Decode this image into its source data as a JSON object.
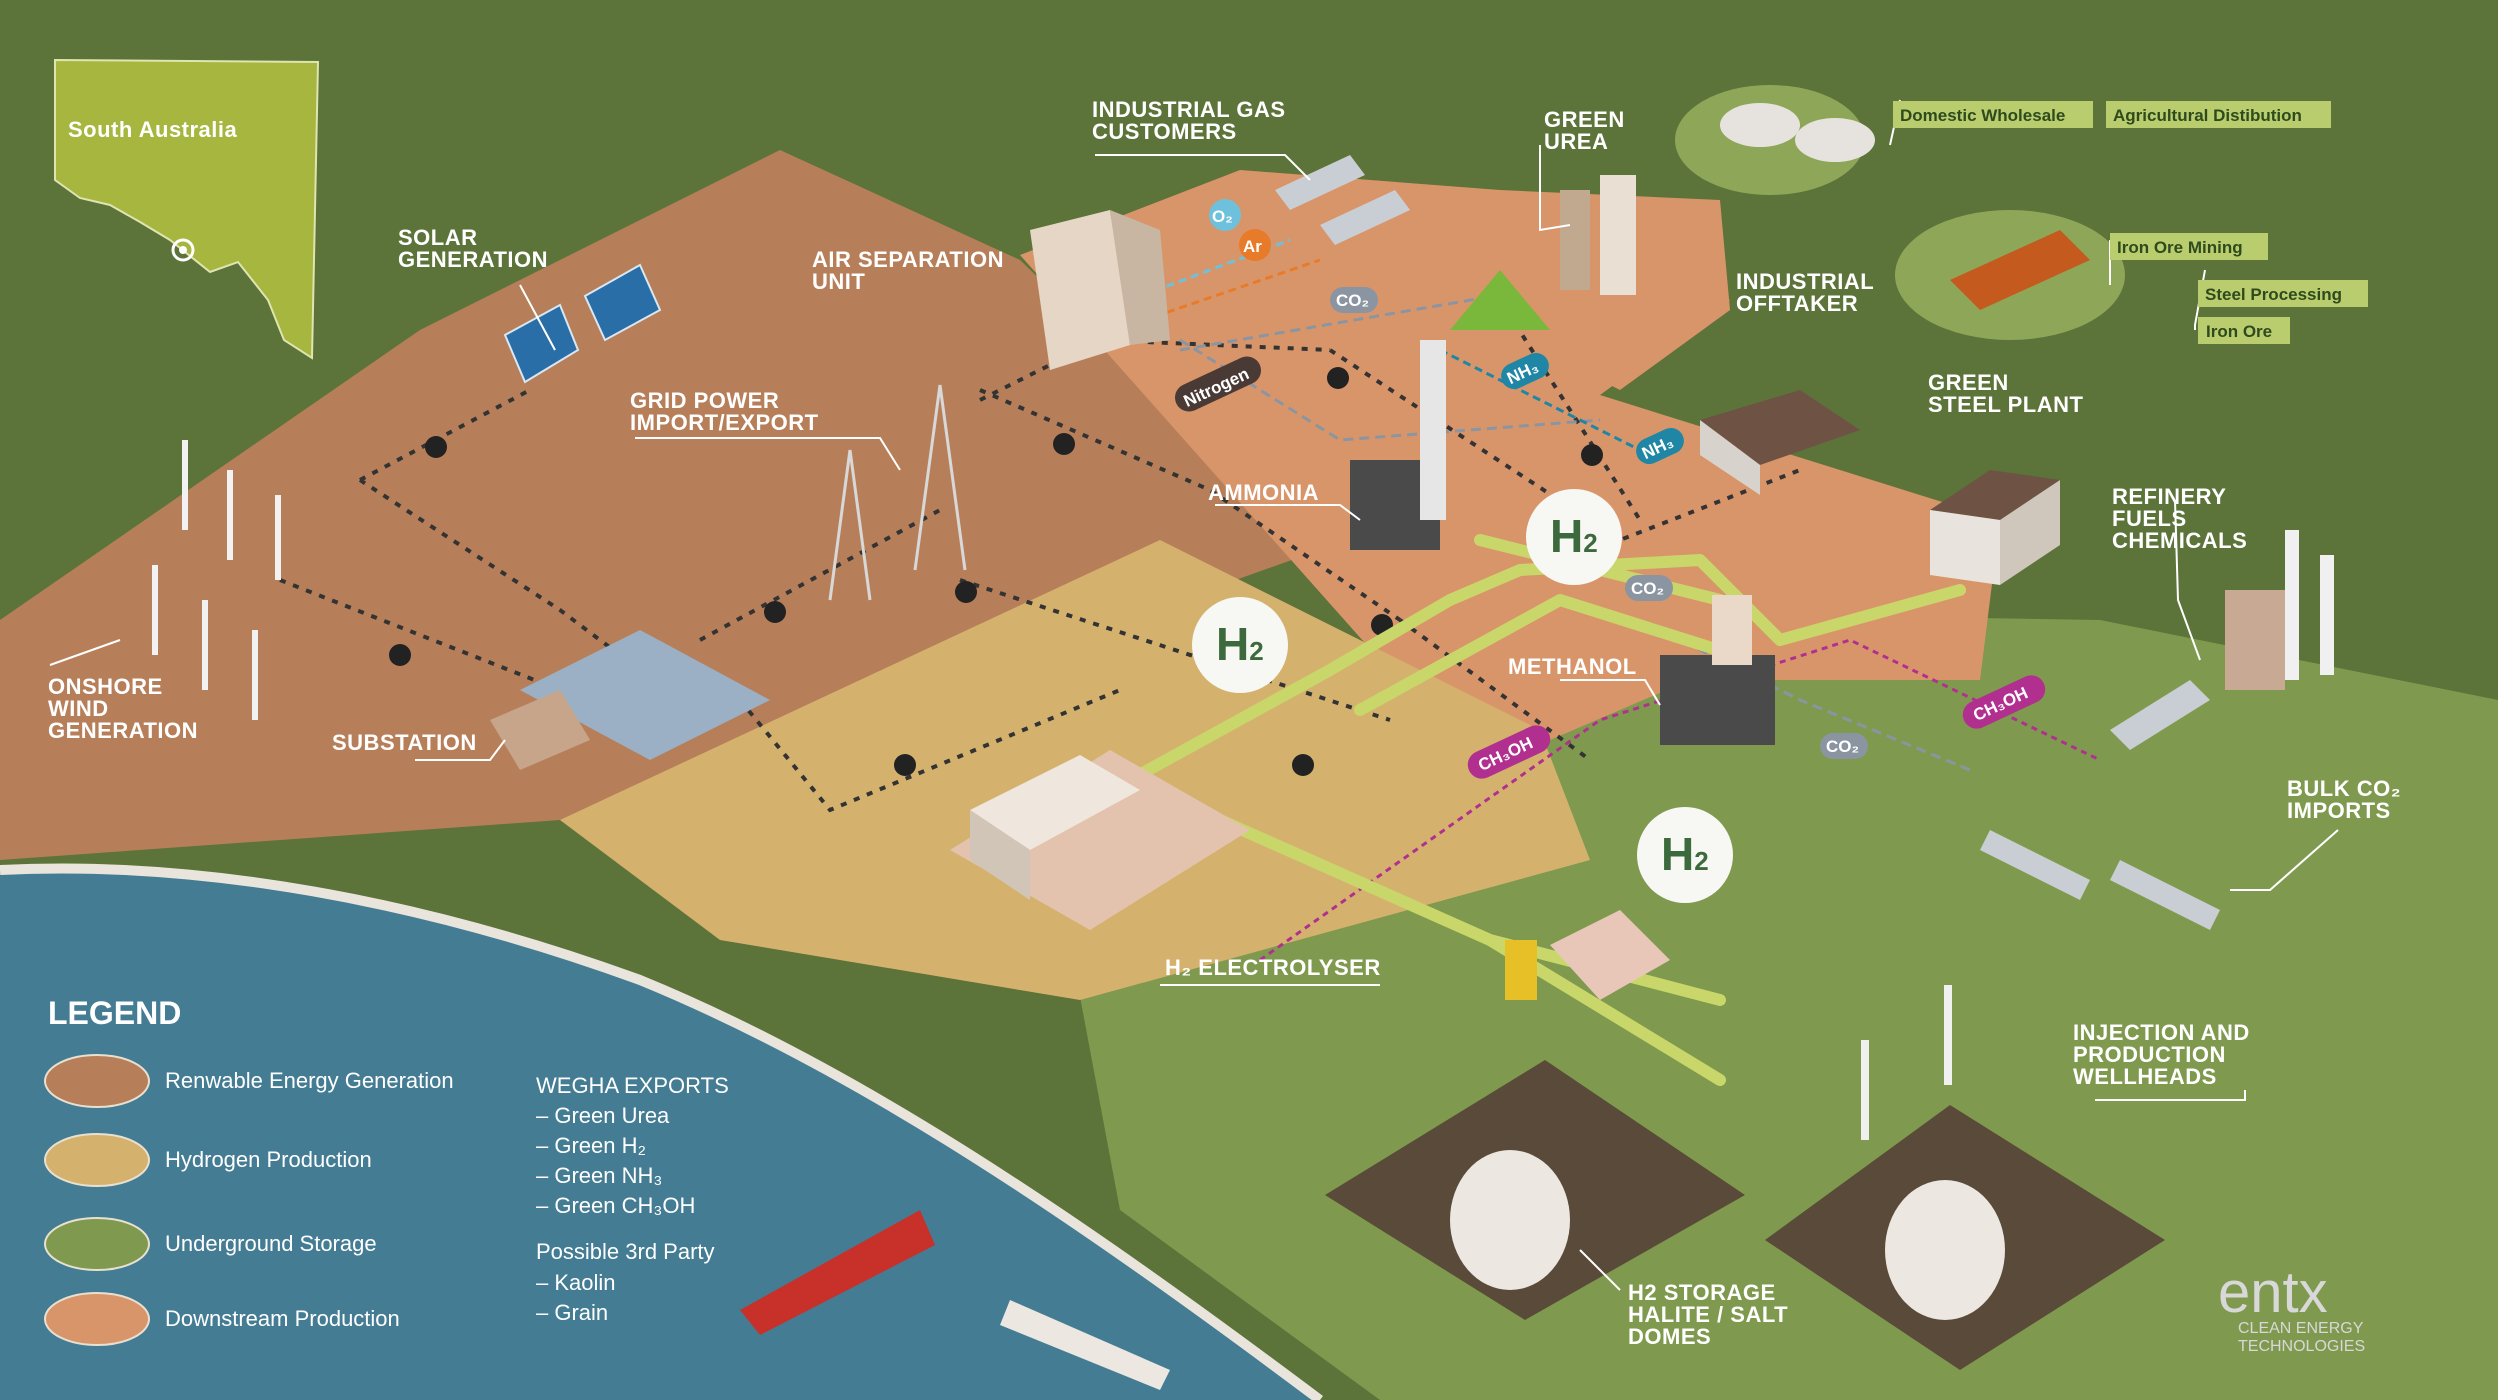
{
  "region": {
    "name": "South Australia"
  },
  "labels": {
    "solar_1": "SOLAR",
    "solar_2": "GENERATION",
    "wind_1": "ONSHORE",
    "wind_2": "WIND",
    "wind_3": "GENERATION",
    "substation": "SUBSTATION",
    "grid_1": "GRID POWER",
    "grid_2": "IMPORT/EXPORT",
    "asu_1": "AIR SEPARATION",
    "asu_2": "UNIT",
    "igc_1": "INDUSTRIAL GAS",
    "igc_2": "CUSTOMERS",
    "urea_1": "GREEN",
    "urea_2": "UREA",
    "offtaker_1": "INDUSTRIAL",
    "offtaker_2": "OFFTAKER",
    "steel_1": "GREEN",
    "steel_2": "STEEL PLANT",
    "ammonia": "AMMONIA",
    "methanol": "METHANOL",
    "refinery_1": "REFINERY",
    "refinery_2": "FUELS",
    "refinery_3": "CHEMICALS",
    "bulk_1": "BULK CO₂",
    "bulk_2": "IMPORTS",
    "electrolyser": "H₂ ELECTROLYSER",
    "wells_1": "INJECTION AND",
    "wells_2": "PRODUCTION",
    "wells_3": "WELLHEADS",
    "storage_1": "H2 STORAGE",
    "storage_2": "HALITE / SALT",
    "storage_3": "DOMES"
  },
  "tags": {
    "domestic": "Domestic Wholesale",
    "agri": "Agricultural Distibution",
    "iron_mining": "Iron Ore Mining",
    "steel_processing": "Steel Processing",
    "iron_ore": "Iron Ore"
  },
  "flows": {
    "o2": "O₂",
    "ar": "Ar",
    "co2": "CO₂",
    "nitrogen": "Nitrogen",
    "nh3": "NH₃",
    "ch3oh": "CH₃OH",
    "h2_parts": [
      "H",
      "2"
    ]
  },
  "legend": {
    "title": "LEGEND",
    "items": [
      {
        "label": "Renwable Energy Generation",
        "color": "#b77f59"
      },
      {
        "label": "Hydrogen Production",
        "color": "#d4b26e"
      },
      {
        "label": "Underground Storage",
        "color": "#7f9a4e"
      },
      {
        "label": "Downstream Production",
        "color": "#d9956a"
      }
    ]
  },
  "exports": {
    "title": "WEGHA EXPORTS",
    "items": [
      "– Green Urea",
      "– Green H₂",
      "– Green NH₃",
      "– Green CH₃OH"
    ],
    "third_title": "Possible 3rd Party",
    "third_items": [
      "– Kaolin",
      "– Grain"
    ]
  },
  "logo": {
    "brand": "entx",
    "line1": "CLEAN ENERGY",
    "line2": "TECHNOLOGIES"
  },
  "colors": {
    "background": "#5c7339",
    "renewable": "#b77f59",
    "hydrogen": "#d4b26e",
    "storage": "#7f9a4e",
    "downstream": "#d9956a",
    "sea": "#447c94",
    "pipe": "#c9d76a",
    "methanol": "#b1308f",
    "ammonia": "#1f86a5",
    "co2": "#8b95a1"
  }
}
